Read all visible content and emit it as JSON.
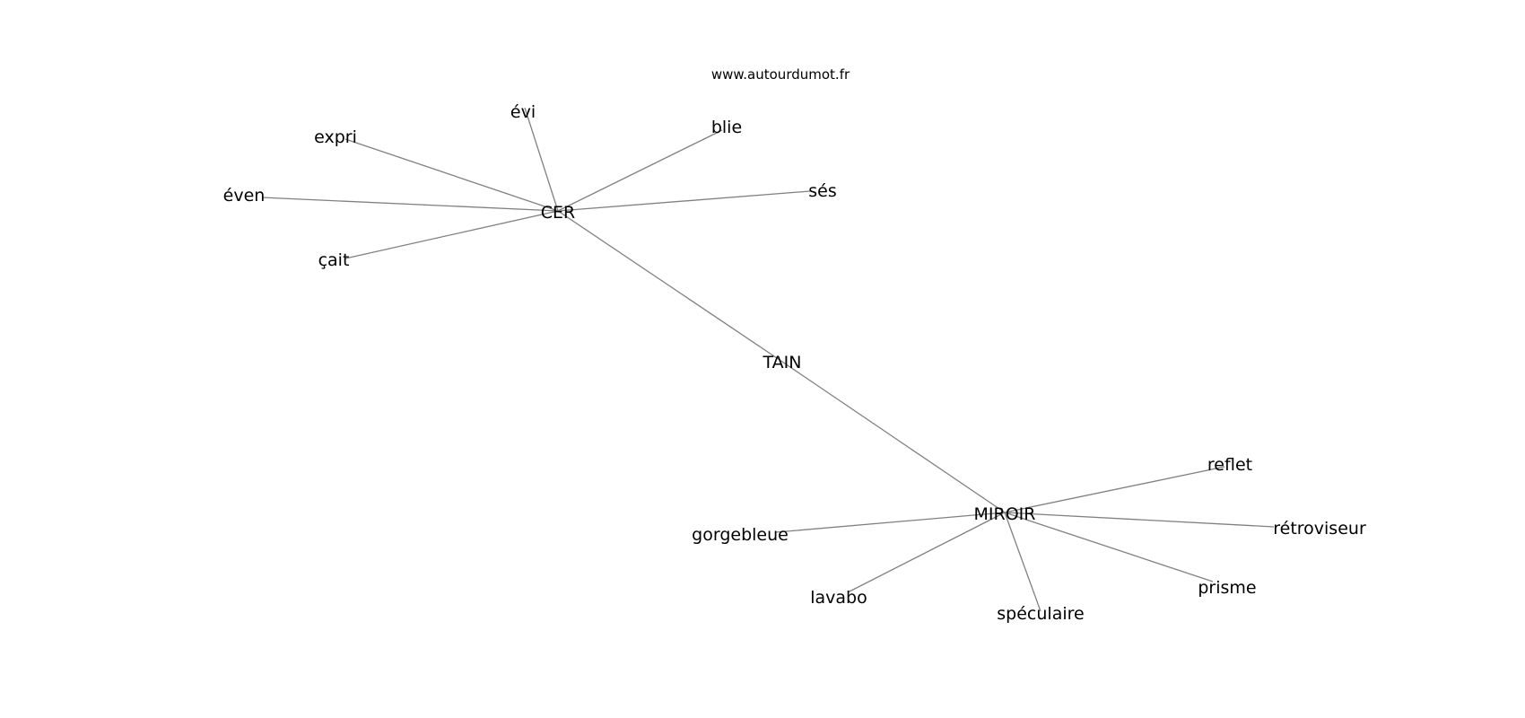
{
  "source": "www.autourdumot.fr",
  "nodes": [
    {
      "id": "tain",
      "label": "TAIN"
    },
    {
      "id": "cer",
      "label": "CER"
    },
    {
      "id": "miroir",
      "label": "MIROIR"
    },
    {
      "id": "evi",
      "label": "évi"
    },
    {
      "id": "blie",
      "label": "blie"
    },
    {
      "id": "expri",
      "label": "expri"
    },
    {
      "id": "even",
      "label": "éven"
    },
    {
      "id": "ses",
      "label": "sés"
    },
    {
      "id": "cait",
      "label": "çait"
    },
    {
      "id": "reflet",
      "label": "reflet"
    },
    {
      "id": "gorgebleue",
      "label": "gorgebleue"
    },
    {
      "id": "retroviseur",
      "label": "rétroviseur"
    },
    {
      "id": "lavabo",
      "label": "lavabo"
    },
    {
      "id": "prisme",
      "label": "prisme"
    },
    {
      "id": "speculaire",
      "label": "spéculaire"
    }
  ],
  "edges": [
    {
      "from": "cer",
      "to": "tain"
    },
    {
      "from": "tain",
      "to": "miroir"
    },
    {
      "from": "cer",
      "to": "evi"
    },
    {
      "from": "cer",
      "to": "blie"
    },
    {
      "from": "cer",
      "to": "expri"
    },
    {
      "from": "cer",
      "to": "even"
    },
    {
      "from": "cer",
      "to": "ses"
    },
    {
      "from": "cer",
      "to": "cait"
    },
    {
      "from": "miroir",
      "to": "reflet"
    },
    {
      "from": "miroir",
      "to": "gorgebleue"
    },
    {
      "from": "miroir",
      "to": "retroviseur"
    },
    {
      "from": "miroir",
      "to": "lavabo"
    },
    {
      "from": "miroir",
      "to": "prisme"
    },
    {
      "from": "miroir",
      "to": "speculaire"
    }
  ]
}
